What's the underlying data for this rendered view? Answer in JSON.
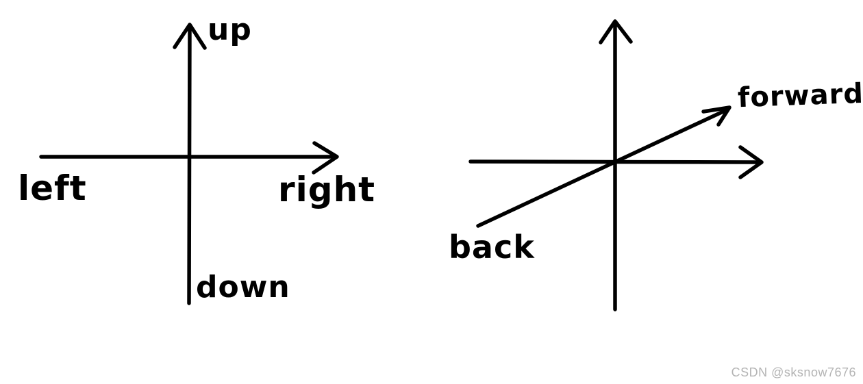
{
  "colors": {
    "background": "#ffffff",
    "ink": "#000000",
    "watermark": "#b4b4b4"
  },
  "left_diagram": {
    "labels": {
      "up": "up",
      "left": "left",
      "right": "right",
      "down": "down"
    }
  },
  "right_diagram": {
    "labels": {
      "forward": "forward",
      "back": "back"
    }
  },
  "watermark": {
    "text": "CSDN @sksnow7676"
  }
}
